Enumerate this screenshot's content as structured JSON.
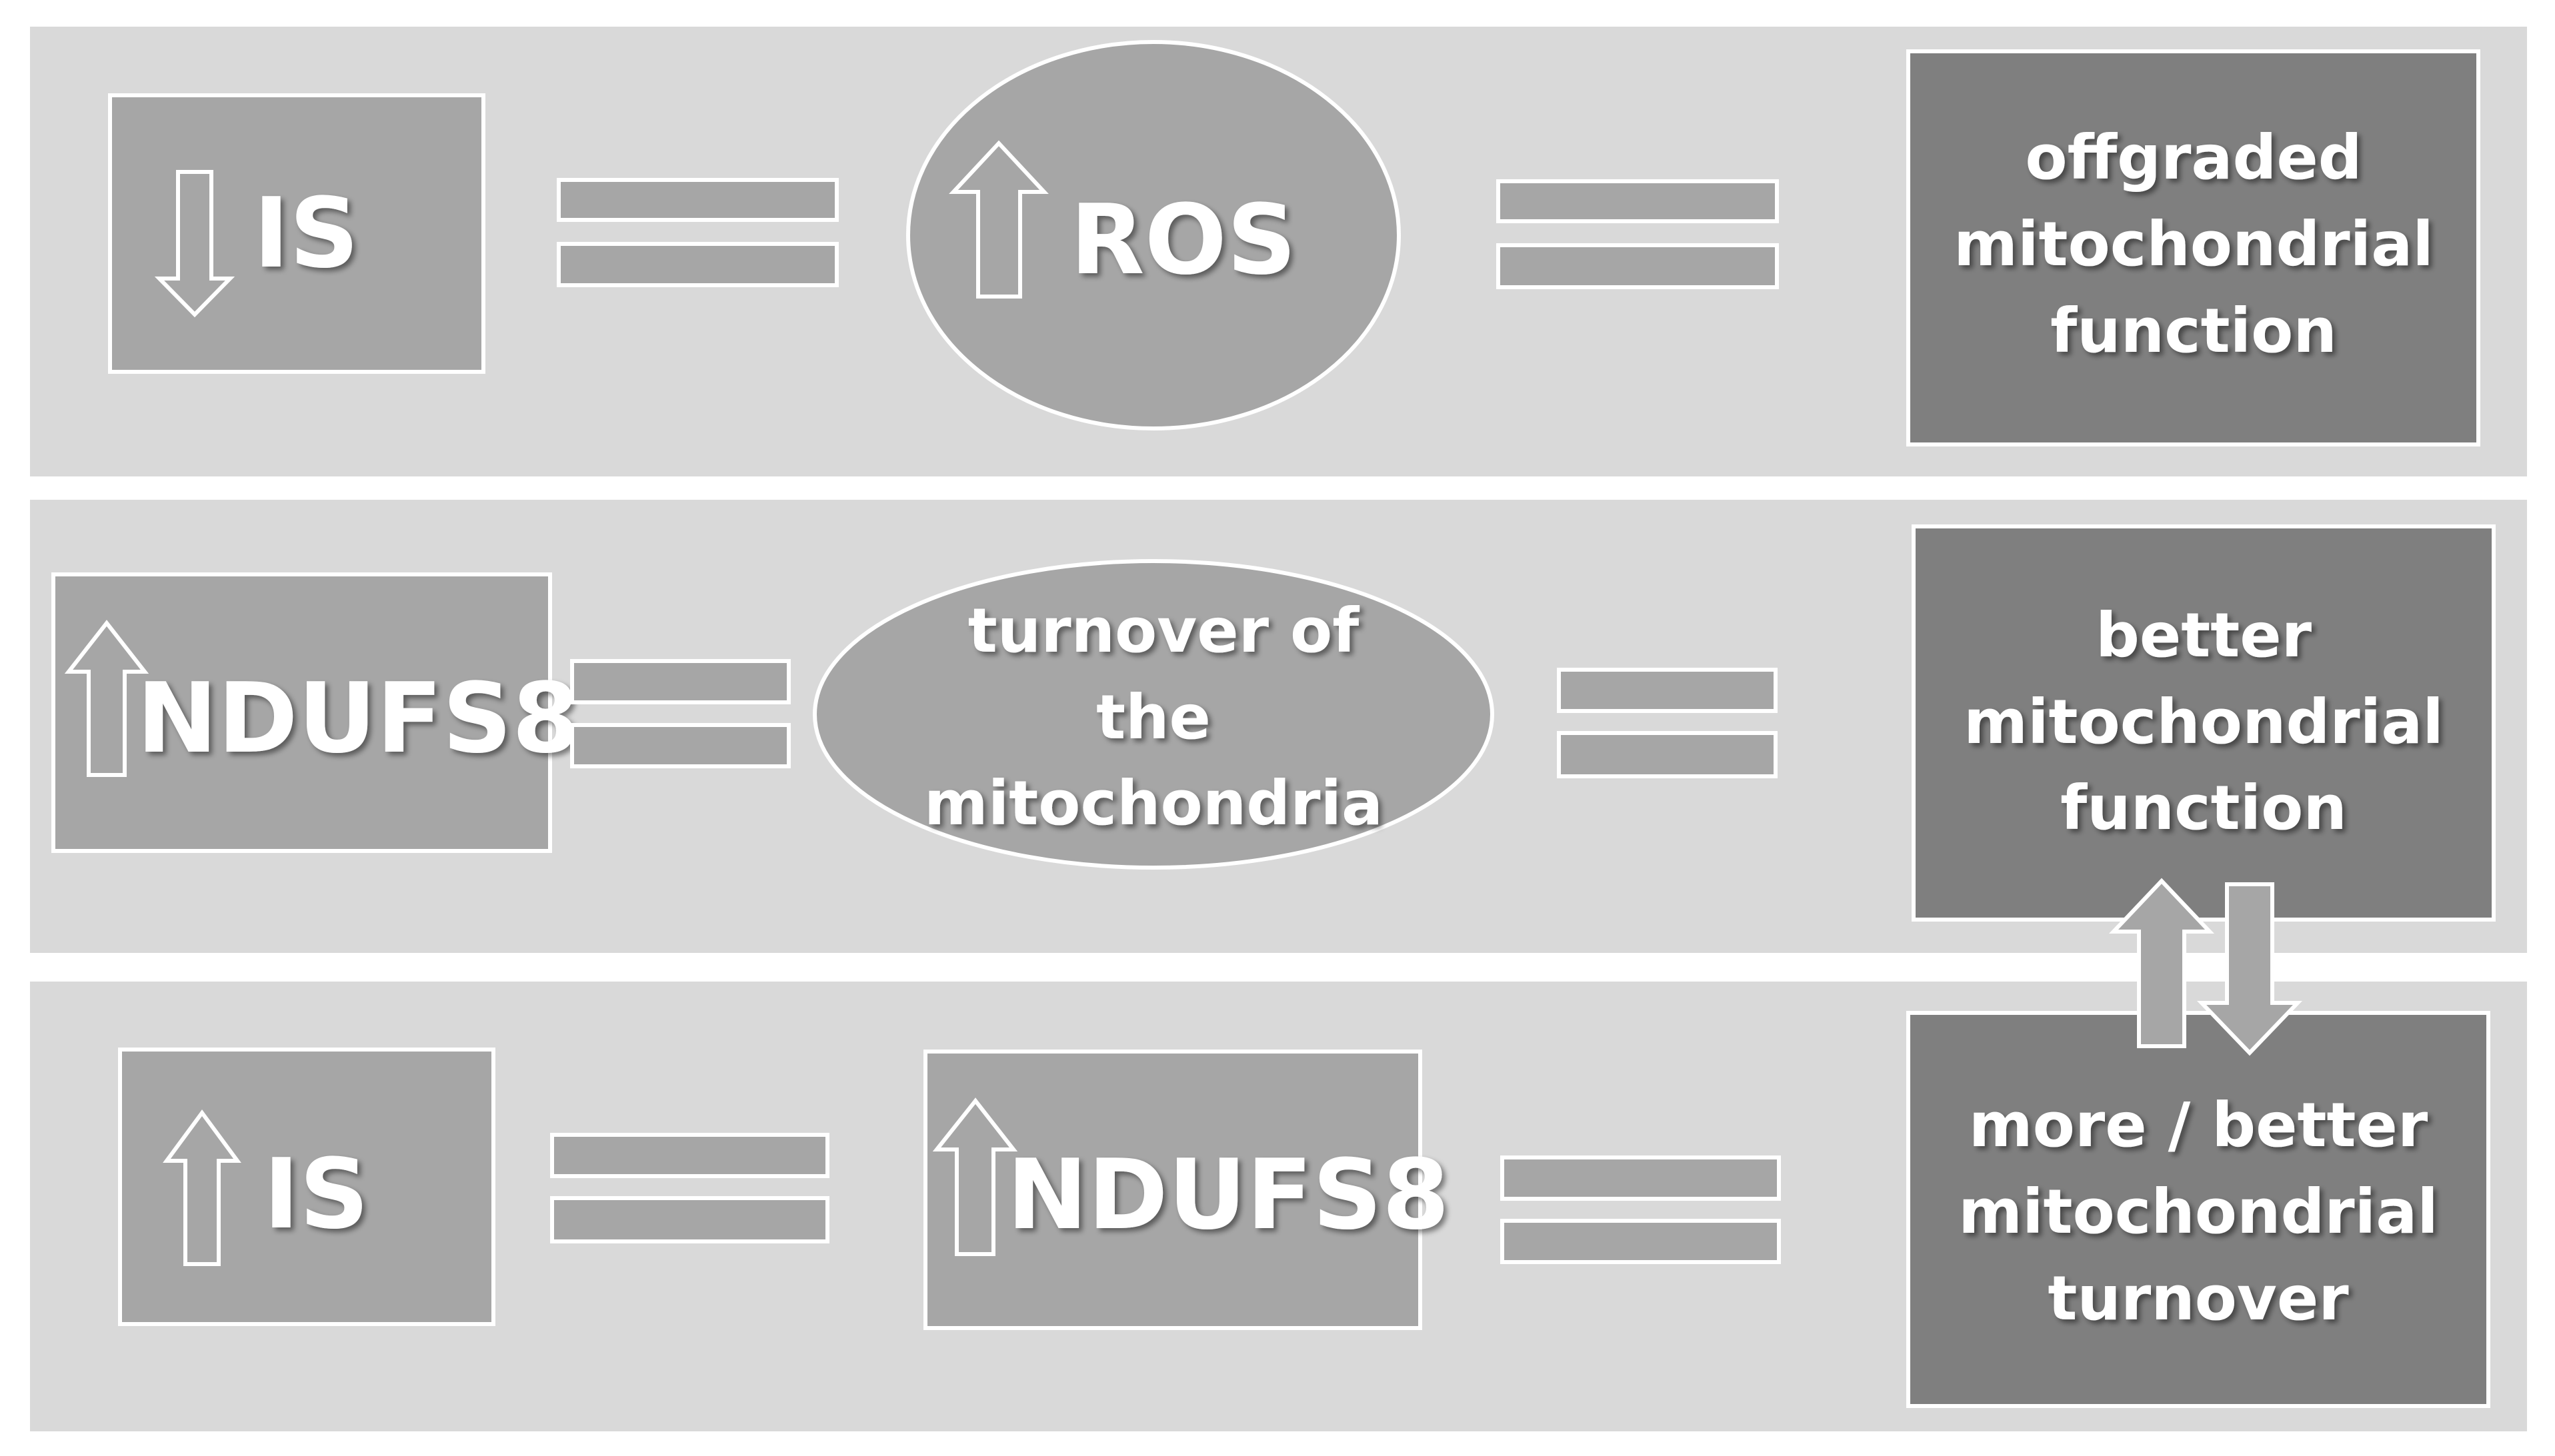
{
  "colors": {
    "page_bg": "#ffffff",
    "band_bg": "#d9d9d9",
    "mid_shape": "#a6a6a6",
    "dark_box": "#7f7f7f",
    "outline": "#ffffff",
    "text": "#ffffff"
  },
  "rows": [
    {
      "left": {
        "text": "IS",
        "arrow": "down-arrow-icon"
      },
      "middle": {
        "shape": "ellipse",
        "text": "ROS",
        "arrow": "up-arrow-icon"
      },
      "right": {
        "lines": [
          "offgraded",
          "mitochondrial",
          "function"
        ]
      }
    },
    {
      "left": {
        "text": "NDUFS8",
        "arrow": "up-arrow-icon"
      },
      "middle": {
        "shape": "ellipse",
        "lines": [
          "turnover of",
          "the",
          "mitochondria"
        ]
      },
      "right": {
        "lines": [
          "better",
          "mitochondrial",
          "function"
        ]
      }
    },
    {
      "left": {
        "text": "IS",
        "arrow": "up-arrow-icon"
      },
      "middle": {
        "shape": "rect",
        "text": "NDUFS8",
        "arrow": "up-arrow-icon"
      },
      "right": {
        "lines": [
          "more / better",
          "mitochondrial",
          "turnover"
        ]
      }
    }
  ],
  "connector": {
    "icons": [
      "up-arrow-icon",
      "down-arrow-icon"
    ]
  }
}
